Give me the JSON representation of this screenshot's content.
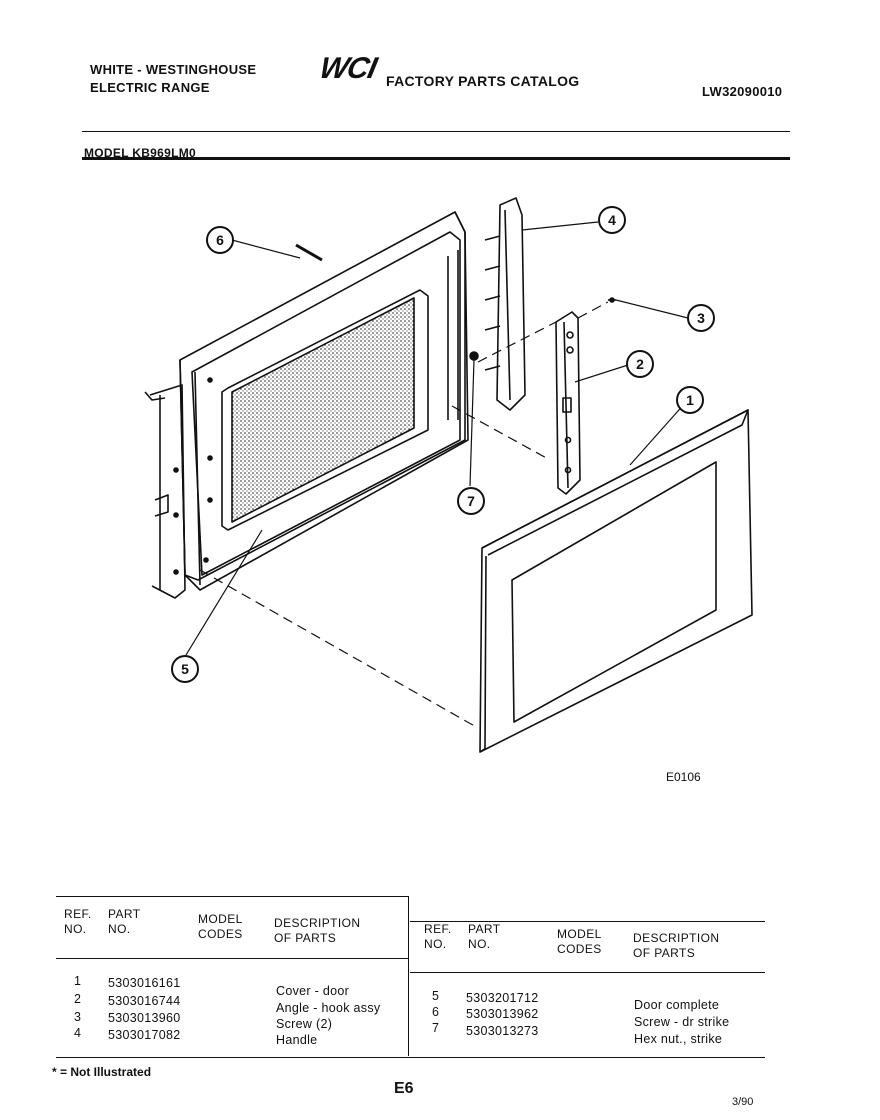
{
  "header": {
    "brand_line1": "WHITE - WESTINGHOUSE",
    "brand_line2": "ELECTRIC RANGE",
    "logo_text": "WCI",
    "catalog_title": "FACTORY PARTS CATALOG",
    "catalog_number": "LW32090010",
    "model_label": "MODEL KB969LM0"
  },
  "diagram": {
    "figure_code": "E0106",
    "callouts": [
      "1",
      "2",
      "3",
      "4",
      "5",
      "6",
      "7"
    ]
  },
  "parts_table": {
    "left": {
      "headers": {
        "ref": "REF.\nNO.",
        "part": "PART\nNO.",
        "model": "MODEL\nCODES",
        "desc": "DESCRIPTION\nOF PARTS"
      },
      "rows": [
        {
          "ref": "1",
          "part": "5303016161",
          "desc": "Cover - door"
        },
        {
          "ref": "2",
          "part": "5303016744",
          "desc": "Angle - hook assy"
        },
        {
          "ref": "3",
          "part": "5303013960",
          "desc": "Screw (2)"
        },
        {
          "ref": "4",
          "part": "5303017082",
          "desc": "Handle"
        }
      ]
    },
    "right": {
      "headers": {
        "ref": "REF.\nNO.",
        "part": "PART\nNO.",
        "model": "MODEL\nCODES",
        "desc": "DESCRIPTION\nOF PARTS"
      },
      "rows": [
        {
          "ref": "5",
          "part": "5303201712",
          "desc": "Door complete"
        },
        {
          "ref": "6",
          "part": "5303013962",
          "desc": "Screw - dr strike"
        },
        {
          "ref": "7",
          "part": "5303013273",
          "desc": "Hex nut., strike"
        }
      ]
    }
  },
  "footer": {
    "note": "* = Not Illustrated",
    "page": "E6",
    "date": "3/90"
  }
}
